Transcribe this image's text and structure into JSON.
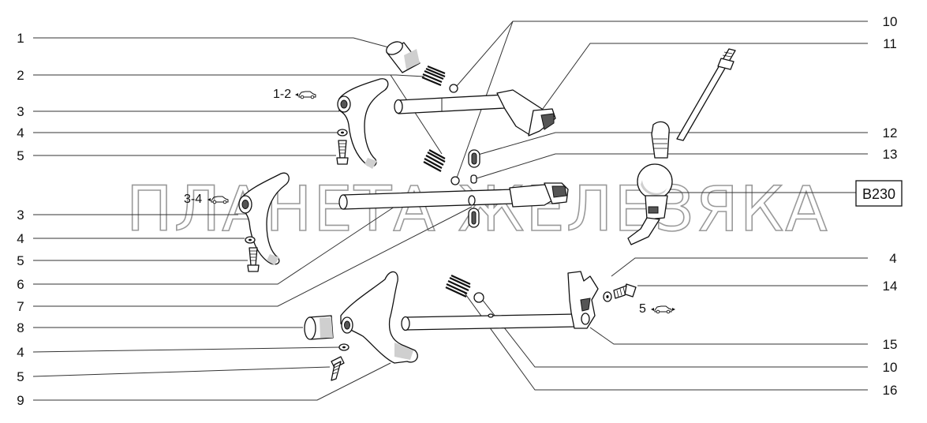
{
  "callouts_left": [
    {
      "id": "1",
      "label": "1"
    },
    {
      "id": "2",
      "label": "2"
    },
    {
      "id": "3a",
      "label": "3"
    },
    {
      "id": "4a",
      "label": "4"
    },
    {
      "id": "5a",
      "label": "5"
    },
    {
      "id": "3b",
      "label": "3"
    },
    {
      "id": "4b",
      "label": "4"
    },
    {
      "id": "5b",
      "label": "5"
    },
    {
      "id": "6",
      "label": "6"
    },
    {
      "id": "7",
      "label": "7"
    },
    {
      "id": "8",
      "label": "8"
    },
    {
      "id": "4c",
      "label": "4"
    },
    {
      "id": "5c",
      "label": "5"
    },
    {
      "id": "9",
      "label": "9"
    }
  ],
  "callouts_right": [
    {
      "id": "10a",
      "label": "10"
    },
    {
      "id": "11",
      "label": "11"
    },
    {
      "id": "12",
      "label": "12"
    },
    {
      "id": "13",
      "label": "13"
    },
    {
      "id": "4d",
      "label": "4"
    },
    {
      "id": "14",
      "label": "14"
    },
    {
      "id": "15",
      "label": "15"
    },
    {
      "id": "10b",
      "label": "10"
    },
    {
      "id": "16",
      "label": "16"
    }
  ],
  "gear_labels": {
    "fork_1_2": "1-2",
    "fork_3_4": "3-4",
    "fork_5": "5"
  },
  "reference_box": "B230",
  "watermark": "ПЛАНЕТА ЖЕЛЕЗЯКА"
}
